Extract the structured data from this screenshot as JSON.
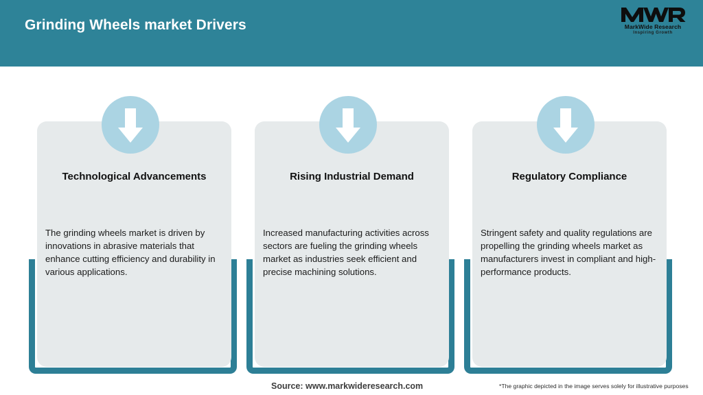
{
  "header": {
    "title": "Grinding Wheels market Drivers",
    "background_color": "#2e8398",
    "title_color": "#ffffff",
    "logo": {
      "mark": "MWR",
      "name": "MarkWide Research",
      "tagline": "Inspiring Growth"
    }
  },
  "theme": {
    "teal": "#2d7f96",
    "card_grey": "#e6eaeb",
    "icon_blue": "#abd4e3",
    "arrow_white": "#ffffff"
  },
  "columns": [
    {
      "icon": "down-arrow-icon",
      "title": "Technological Advancements",
      "body": "The grinding wheels market is driven by innovations in abrasive materials that enhance cutting efficiency and durability in various applications."
    },
    {
      "icon": "down-arrow-icon",
      "title": "Rising Industrial Demand",
      "body": "Increased manufacturing activities across sectors are fueling the grinding wheels market as industries seek efficient and precise machining solutions."
    },
    {
      "icon": "down-arrow-icon",
      "title": "Regulatory Compliance",
      "body": "Stringent safety and quality regulations are propelling the grinding wheels market as manufacturers invest in compliant and high-performance products."
    }
  ],
  "footer": {
    "source": "Source: www.markwideresearch.com",
    "disclaimer": "*The graphic depicted in the image serves solely for illustrative purposes"
  }
}
